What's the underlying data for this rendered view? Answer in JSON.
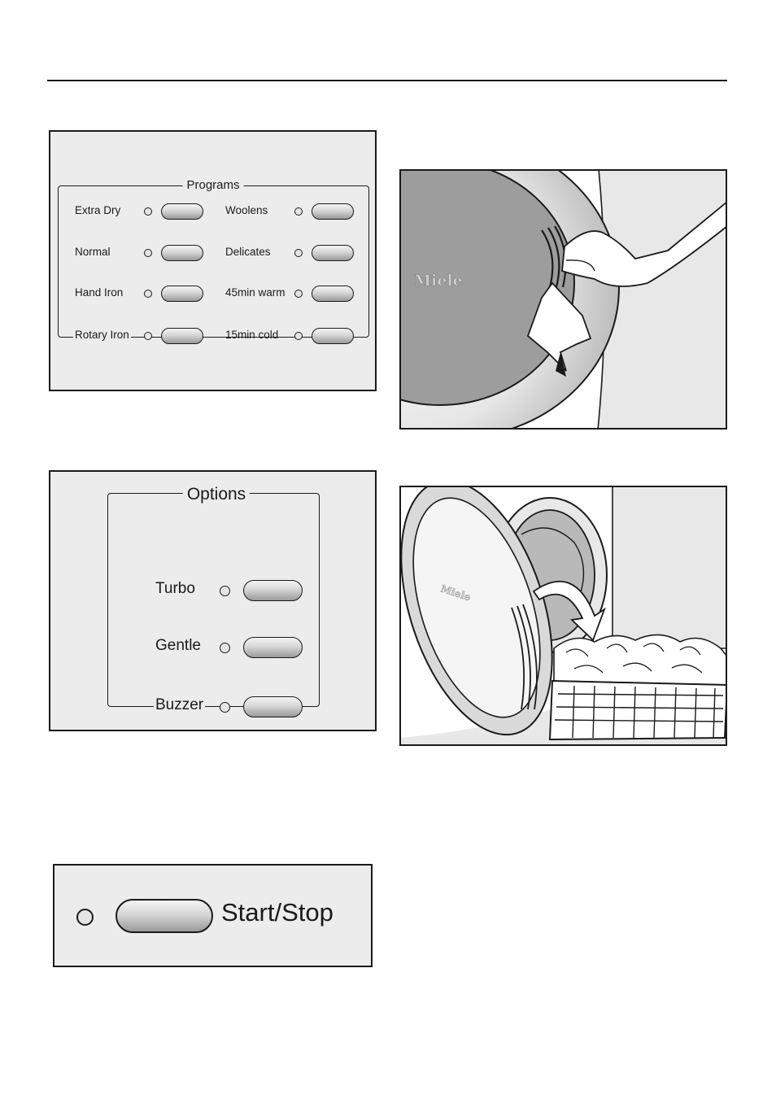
{
  "programs_panel": {
    "title": "Programs",
    "left": [
      "Extra Dry",
      "Normal",
      "Hand Iron",
      "Rotary Iron"
    ],
    "right": [
      "Woolens",
      "Delicates",
      "45min warm",
      "15min cold"
    ]
  },
  "options_panel": {
    "title": "Options",
    "items": [
      "Turbo",
      "Gentle",
      "Buzzer"
    ]
  },
  "start_panel": {
    "label": "Start/Stop"
  },
  "illustration_1": {
    "brand": "Miele"
  },
  "illustration_2": {
    "brand": "Miele"
  },
  "colors": {
    "panel": "#ececec",
    "line": "#1a1a1a",
    "door_grey": "#9d9d9d",
    "wall": "#e8e8e8"
  }
}
